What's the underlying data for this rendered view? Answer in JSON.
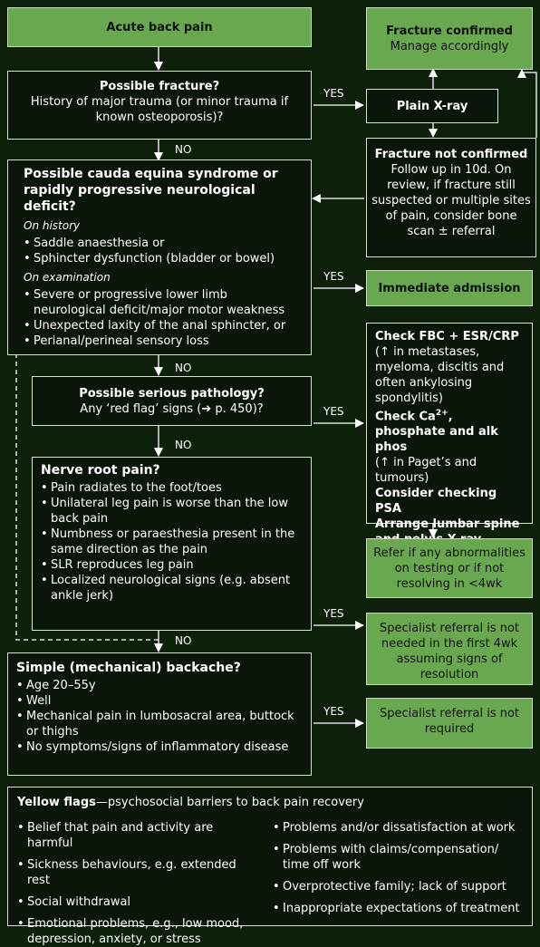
{
  "acute": "Acute back pain",
  "frac_conf": {
    "title": "Fracture confirmed",
    "text": "Manage accordingly"
  },
  "fracture_q": {
    "title": "Possible fracture?",
    "text": "History of major trauma (or minor trauma if known osteoporosis)?"
  },
  "xray": "Plain X-ray",
  "frac_not": {
    "title": "Fracture not confirmed",
    "text": "Follow up in 10d. On review, if fracture still suspected or multiple sites of pain, consider bone scan ± referral"
  },
  "cauda": {
    "title": "Possible cauda equina syndrome or rapidly progressive neurological deficit?",
    "hist_label": "On history",
    "hist": [
      "Saddle anaesthesia or",
      "Sphincter dysfunction (bladder or bowel)"
    ],
    "exam_label": "On examination",
    "exam": [
      "Severe or progressive lower limb neurological deficit/major motor weakness",
      "Unexpected laxity of the anal sphincter, or",
      "Perianal/perineal sensory loss"
    ]
  },
  "immediate": "Immediate admission",
  "serious": {
    "title": "Possible serious pathology?",
    "text": "Any ‘red flag’ signs (➔ p. 450)?"
  },
  "check": {
    "l1": "Check FBC + ESR/CRP",
    "l2": "(↑ in metastases, myeloma, discitis and often ankylosing spondylitis)",
    "l3a": "Check Ca",
    "l3sup": "2+",
    "l3b": ", phosphate and alk phos",
    "l4": "(↑ in Paget’s and tumours)",
    "l5": "Consider checking PSA",
    "l6": "Arrange lumbar spine and pelvis X-ray"
  },
  "refer": "Refer if any abnormalities on testing or if not resolving in <4wk",
  "nerve": {
    "title": "Nerve root pain?",
    "items": [
      "Pain radiates to the foot/toes",
      "Unilateral leg pain is worse than the low back pain",
      "Numbness or paraesthesia present in the same direction as the pain",
      "SLR reproduces leg pain",
      "Localized neurological signs (e.g. absent ankle jerk)"
    ]
  },
  "spec1": "Specialist referral is not needed in the first 4wk assuming signs of resolution",
  "simple": {
    "title": "Simple (mechanical) backache?",
    "items": [
      "Age 20–55y",
      "Well",
      "Mechanical pain in lumbosacral area, buttock or thighs",
      "No symptoms/signs of inflammatory disease"
    ]
  },
  "spec2": "Specialist referral is not required",
  "yellow": {
    "title": "Yellow flags",
    "subtitle": "—psychosocial barriers to back pain recovery",
    "left": [
      "Belief that pain and activity are harmful",
      "Sickness behaviours, e.g. extended rest",
      "Social withdrawal",
      "Emotional problems, e.g., low mood, depression, anxiety, or stress"
    ],
    "right": [
      "Problems and/or dissatisfaction at work",
      "Problems with claims/compensation/ time off work",
      "Overprotective family; lack of support",
      "Inappropriate expectations of treatment"
    ]
  },
  "labels": {
    "yes": "YES",
    "no": "NO"
  }
}
